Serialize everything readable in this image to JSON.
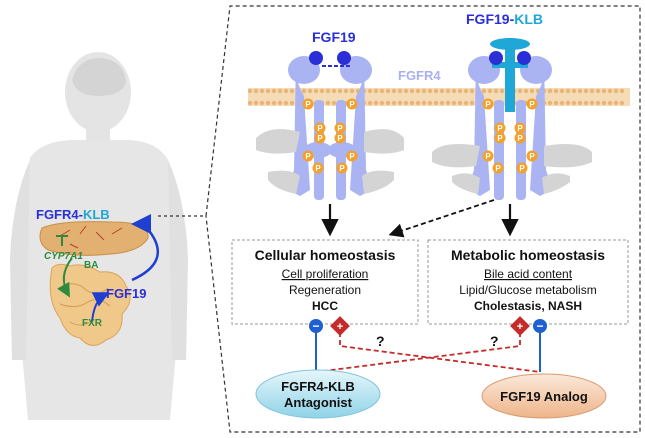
{
  "colors": {
    "fgf19": "#2a2fd6",
    "klb": "#1fa7d8",
    "fgfr4": "#a8b0f0",
    "membrane": "#f2cfa0",
    "phospho": "#f3a12b",
    "body": "#e6e6e6",
    "organ": "#e8b44a",
    "bile_path": "#2e8b3d",
    "inhibit": "#1f5fd0",
    "activate": "#c42b2b"
  },
  "body_labels": {
    "receptor_a": "FGFR4",
    "dash": "-",
    "receptor_b": "KLB",
    "cyp7a1": "CYP7A1",
    "ba": "BA",
    "fgf19": "FGF19",
    "fxr": "FXR"
  },
  "receptor_panel": {
    "left_ligand": "FGF19",
    "right_ligand_a": "FGF19",
    "right_ligand_dash": "-",
    "right_ligand_b": "KLB",
    "receptor": "FGFR4",
    "phospho": "P"
  },
  "cellular": {
    "title": "Cellular homeostasis",
    "line1": "Cell proliferation",
    "line2": "Regeneration",
    "line3": "HCC"
  },
  "metabolic": {
    "title": "Metabolic homeostasis",
    "line1": "Bile acid content",
    "line2": "Lipid/Glucose metabolism",
    "line3": "Cholestasis, NASH"
  },
  "therapy": {
    "antagonist_line1": "FGFR4-KLB",
    "antagonist_line2": "Antagonist",
    "analog": "FGF19 Analog",
    "question": "?",
    "minus": "−",
    "plus": "+"
  }
}
